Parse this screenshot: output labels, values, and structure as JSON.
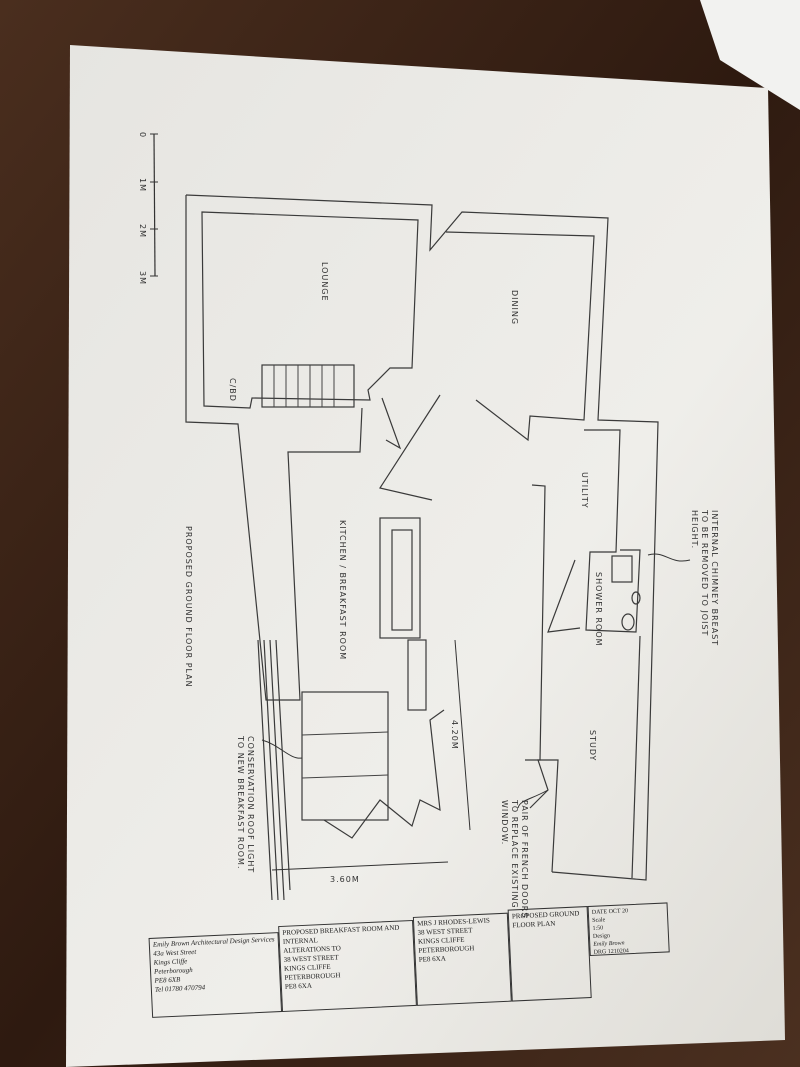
{
  "scale_bar": {
    "ticks": [
      "0",
      "1M",
      "2M",
      "3M"
    ]
  },
  "rooms": {
    "lounge": "LOUNGE",
    "dining": "DINING",
    "cupboard": "C/BD",
    "kitchen": "KITCHEN / BREAKFAST ROOM",
    "utility": "UTILITY",
    "shower": "SHOWER ROOM",
    "study": "STUDY"
  },
  "dimensions": {
    "depth": "4.20M",
    "width": "3.60M"
  },
  "notes": {
    "chimney": [
      "INTERNAL CHIMNEY BREAST",
      "TO BE REMOVED TO JOIST",
      "HEIGHT."
    ],
    "french_doors": [
      "PAIR OF FRENCH DOORS",
      "TO REPLACE EXISTING",
      "WINDOW."
    ],
    "roof_light": [
      "CONSERVATION ROOF LIGHT",
      "TO NEW BREAKFAST ROOM."
    ]
  },
  "plan_title": "PROPOSED GROUND FLOOR PLAN",
  "title_block": {
    "designer": [
      "Emily Brown Architectural Design Services",
      "43a West Street",
      "Kings Cliffe",
      "Peterborough",
      "PE8 6XB",
      "Tel 01780 470794"
    ],
    "project": [
      "PROPOSED BREAKFAST ROOM AND INTERNAL",
      "ALTERATIONS TO",
      "38 WEST STREET",
      "KINGS CLIFFE",
      "PETERBOROUGH",
      "PE8 6XA"
    ],
    "client": [
      "MRS J RHODES-LEWIS",
      "38 WEST STREET",
      "KINGS CLIFFE",
      "PETERBOROUGH",
      "PE8 6XA"
    ],
    "drawing": "PROPOSED GROUND FLOOR PLAN",
    "date": "DATE OCT 20",
    "scale_label": "Scale",
    "scale": "1:50",
    "design_label": "Design",
    "design": "Emily Brown",
    "drg": "DRG 1210204"
  },
  "colors": {
    "paper": "#ecebe6",
    "table": "#3a2418",
    "ink": "#333333"
  }
}
